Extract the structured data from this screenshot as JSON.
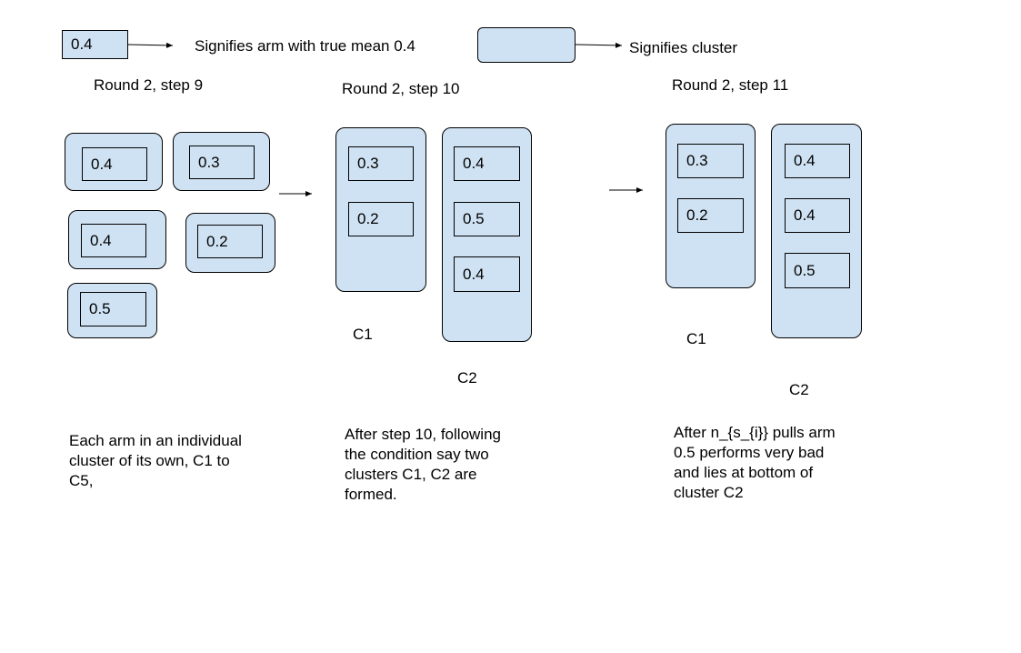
{
  "legend": {
    "arm_value": "0.4",
    "arm_text": "Signifies arm with true mean 0.4",
    "cluster_text": "Signifies cluster"
  },
  "panels": [
    {
      "title": "Round 2, step 9",
      "clusters": [
        {
          "arms": [
            "0.4"
          ]
        },
        {
          "arms": [
            "0.3"
          ]
        },
        {
          "arms": [
            "0.4"
          ]
        },
        {
          "arms": [
            "0.2"
          ]
        },
        {
          "arms": [
            "0.5"
          ]
        }
      ],
      "caption": "Each arm in an individual\ncluster of its own, C1 to\nC5,"
    },
    {
      "title": "Round 2, step 10",
      "clusters": [
        {
          "label": "C1",
          "arms": [
            "0.3",
            "0.2"
          ]
        },
        {
          "label": "C2",
          "arms": [
            "0.4",
            "0.5",
            "0.4"
          ]
        }
      ],
      "caption": "After step 10, following\nthe condition say two\nclusters C1, C2 are\nformed."
    },
    {
      "title": "Round 2, step 11",
      "clusters": [
        {
          "label": "C1",
          "arms": [
            "0.3",
            "0.2"
          ]
        },
        {
          "label": "C2",
          "arms": [
            "0.4",
            "0.4",
            "0.5"
          ]
        }
      ],
      "caption": "After n_{s_{i}} pulls arm\n0.5 performs very bad\nand lies at bottom of\ncluster C2"
    }
  ],
  "colors": {
    "cluster_fill": "#cfe2f3",
    "stroke": "#000000"
  }
}
